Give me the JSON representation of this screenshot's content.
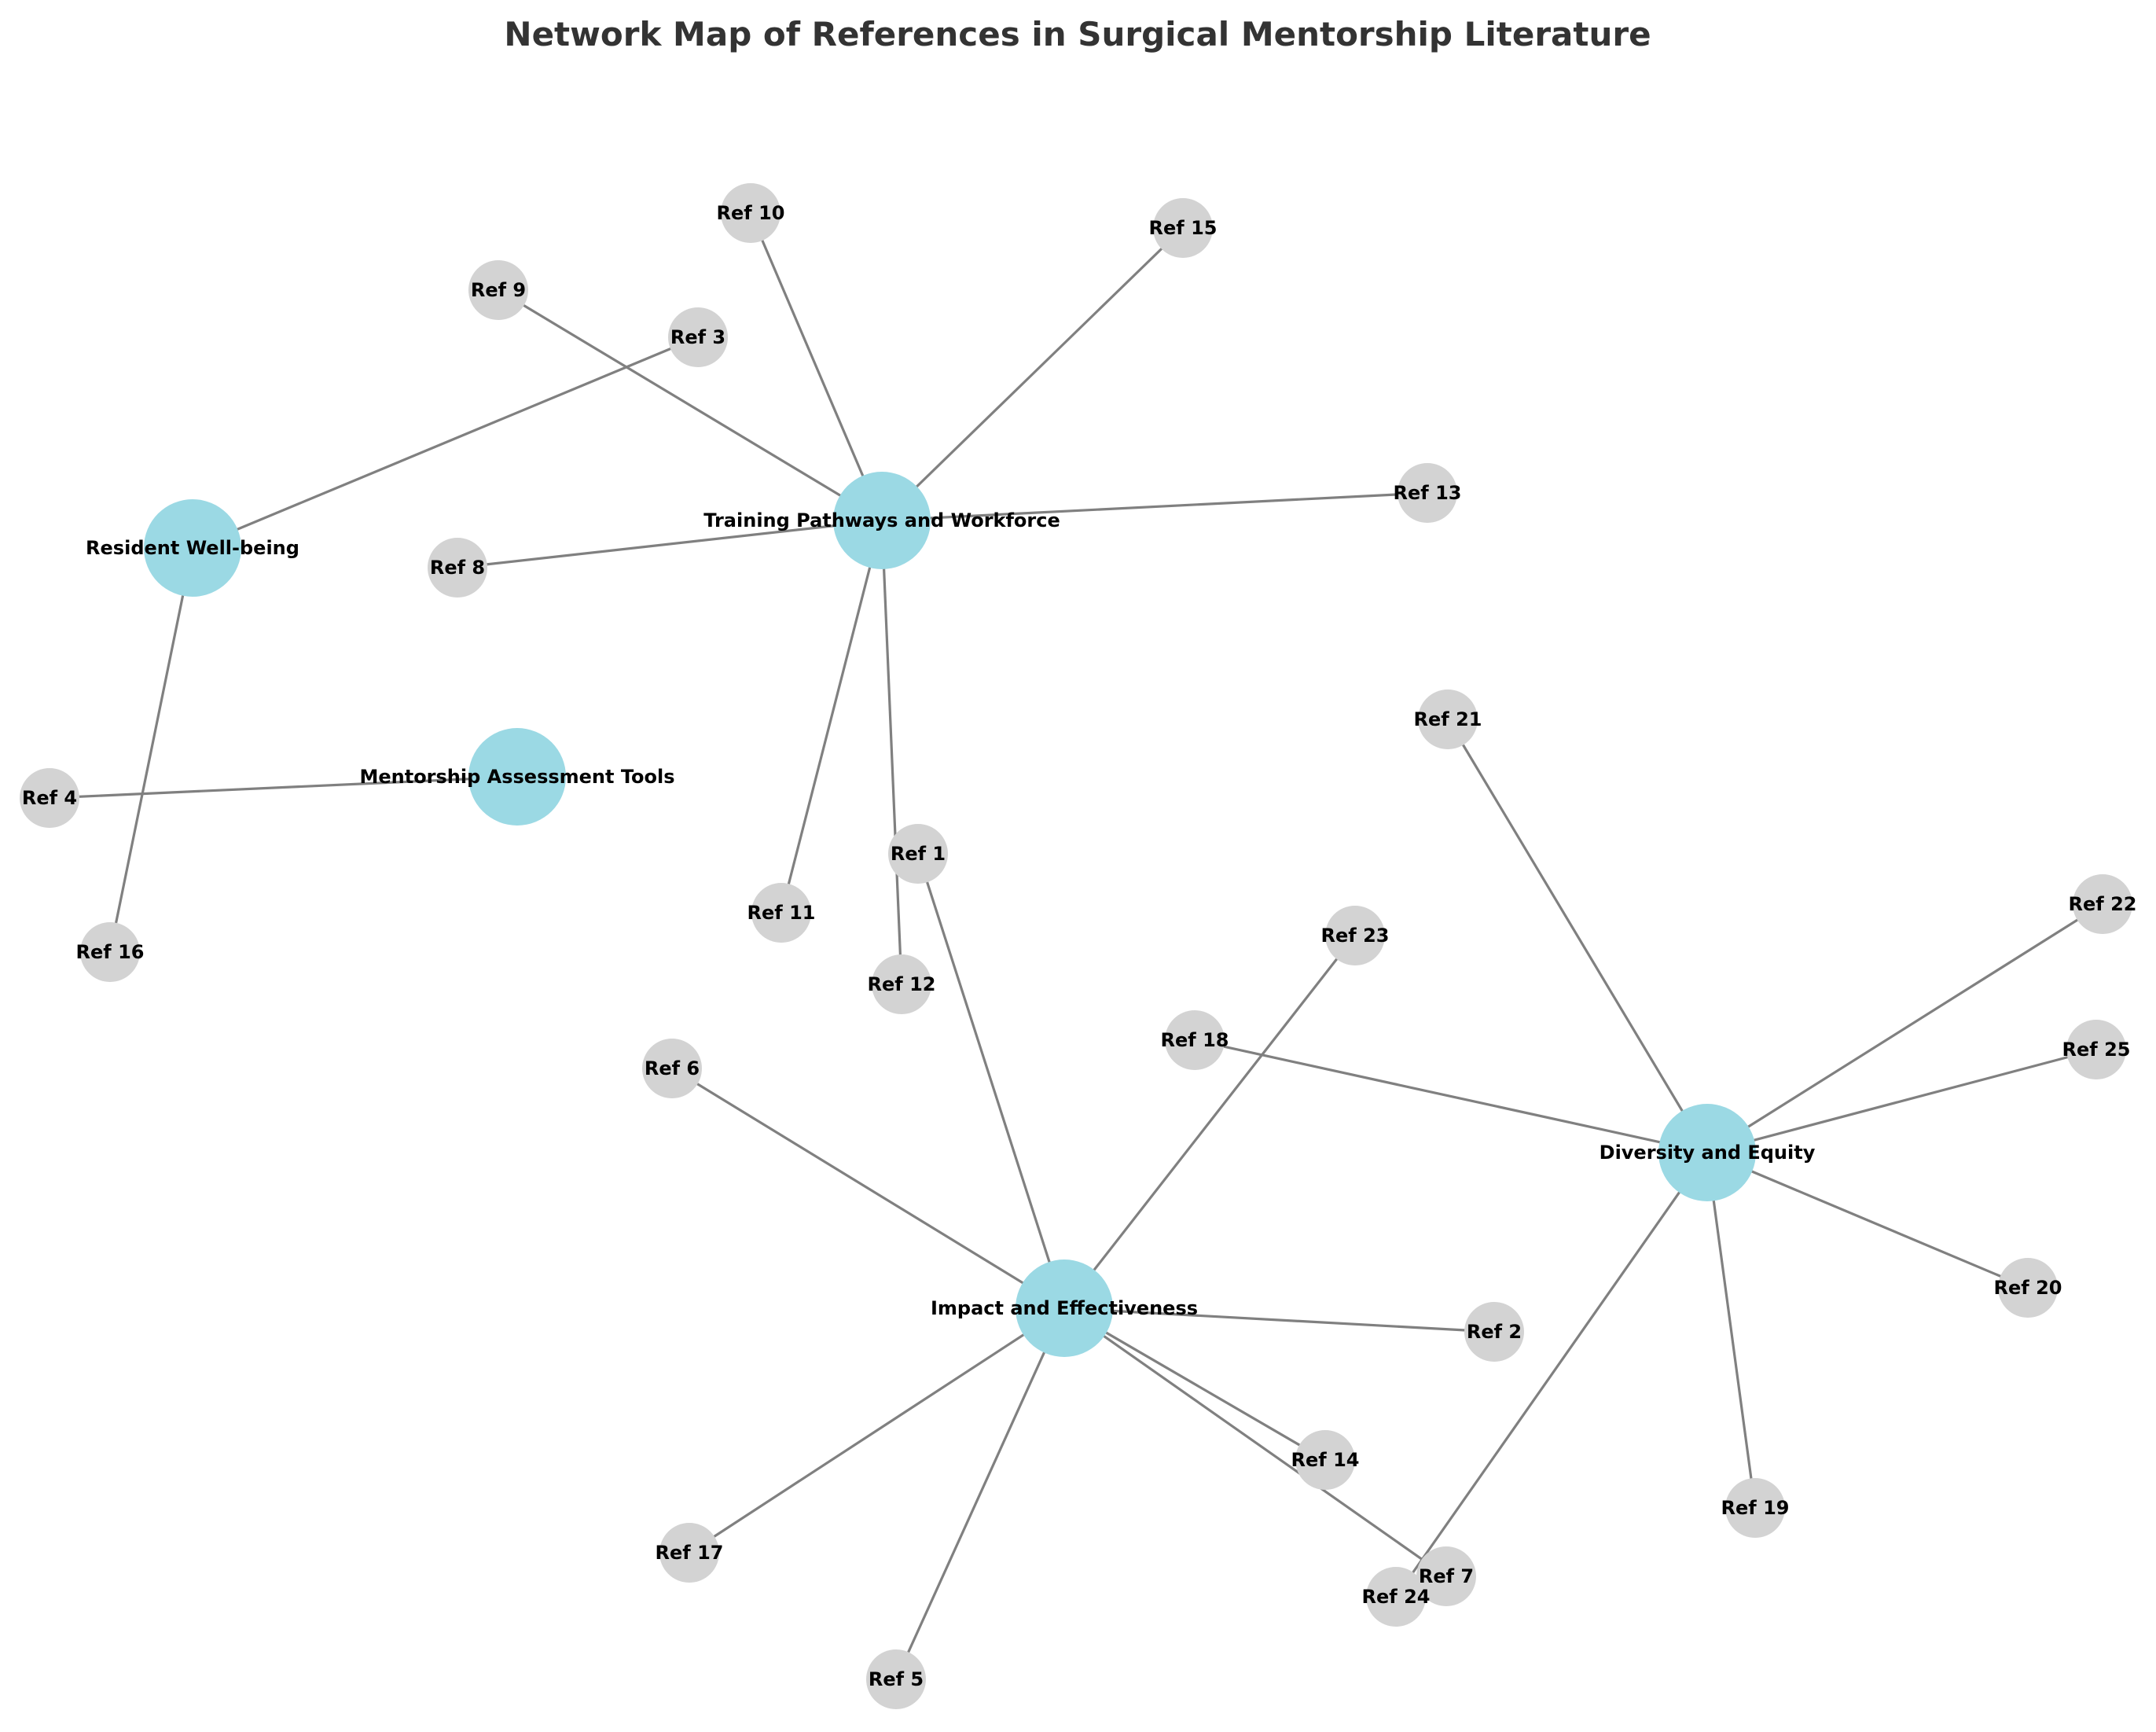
{
  "title": "Network Map of References in Surgical Mentorship Literature",
  "colors": {
    "topic_node": "#9bd9e4",
    "reference_node": "#d3d3d3",
    "edge": "#808080",
    "label": "#000000",
    "title": "#333333"
  },
  "topics": [
    {
      "id": "t_training",
      "label": "Training Pathways and Workforce"
    },
    {
      "id": "t_wellbeing",
      "label": "Resident Well-being"
    },
    {
      "id": "t_assessment",
      "label": "Mentorship Assessment Tools"
    },
    {
      "id": "t_impact",
      "label": "Impact and Effectiveness"
    },
    {
      "id": "t_diversity",
      "label": "Diversity and Equity"
    }
  ],
  "references": [
    {
      "id": "r1",
      "label": "Ref 1"
    },
    {
      "id": "r2",
      "label": "Ref 2"
    },
    {
      "id": "r3",
      "label": "Ref 3"
    },
    {
      "id": "r4",
      "label": "Ref 4"
    },
    {
      "id": "r5",
      "label": "Ref 5"
    },
    {
      "id": "r6",
      "label": "Ref 6"
    },
    {
      "id": "r7",
      "label": "Ref 7"
    },
    {
      "id": "r8",
      "label": "Ref 8"
    },
    {
      "id": "r9",
      "label": "Ref 9"
    },
    {
      "id": "r10",
      "label": "Ref 10"
    },
    {
      "id": "r11",
      "label": "Ref 11"
    },
    {
      "id": "r12",
      "label": "Ref 12"
    },
    {
      "id": "r13",
      "label": "Ref 13"
    },
    {
      "id": "r14",
      "label": "Ref 14"
    },
    {
      "id": "r15",
      "label": "Ref 15"
    },
    {
      "id": "r16",
      "label": "Ref 16"
    },
    {
      "id": "r17",
      "label": "Ref 17"
    },
    {
      "id": "r18",
      "label": "Ref 18"
    },
    {
      "id": "r19",
      "label": "Ref 19"
    },
    {
      "id": "r20",
      "label": "Ref 20"
    },
    {
      "id": "r21",
      "label": "Ref 21"
    },
    {
      "id": "r22",
      "label": "Ref 22"
    },
    {
      "id": "r23",
      "label": "Ref 23"
    },
    {
      "id": "r24",
      "label": "Ref 24"
    },
    {
      "id": "r25",
      "label": "Ref 25"
    }
  ],
  "edges": [
    [
      "t_training",
      "r9"
    ],
    [
      "t_training",
      "r10"
    ],
    [
      "t_training",
      "r15"
    ],
    [
      "t_training",
      "r13"
    ],
    [
      "t_training",
      "r8"
    ],
    [
      "t_training",
      "r11"
    ],
    [
      "t_training",
      "r12"
    ],
    [
      "t_wellbeing",
      "r3"
    ],
    [
      "t_wellbeing",
      "r16"
    ],
    [
      "t_assessment",
      "r4"
    ],
    [
      "t_impact",
      "r1"
    ],
    [
      "t_impact",
      "r6"
    ],
    [
      "t_impact",
      "r23"
    ],
    [
      "t_impact",
      "r2"
    ],
    [
      "t_impact",
      "r14"
    ],
    [
      "t_impact",
      "r7"
    ],
    [
      "t_impact",
      "r17"
    ],
    [
      "t_impact",
      "r5"
    ],
    [
      "t_diversity",
      "r21"
    ],
    [
      "t_diversity",
      "r22"
    ],
    [
      "t_diversity",
      "r25"
    ],
    [
      "t_diversity",
      "r18"
    ],
    [
      "t_diversity",
      "r20"
    ],
    [
      "t_diversity",
      "r19"
    ],
    [
      "t_diversity",
      "r24"
    ]
  ]
}
